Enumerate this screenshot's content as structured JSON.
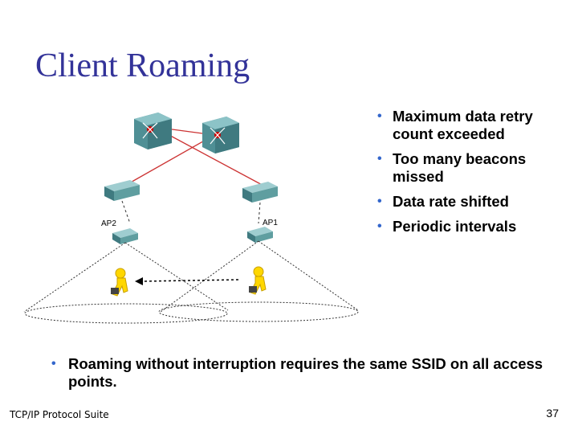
{
  "slide": {
    "title": "Client Roaming",
    "bullets": [
      "Maximum data retry count exceeded",
      "Too many beacons missed",
      "Data rate shifted",
      "Periodic intervals"
    ],
    "bottom_bullet": "Roaming without interruption requires the same SSID on all access points.",
    "footer": "TCP/IP Protocol Suite",
    "page_number": "37"
  },
  "diagram": {
    "ap_labels": [
      "AP2",
      "AP1"
    ]
  },
  "colors": {
    "title": "#333399",
    "bullet": "#3366cc",
    "switch_body": "#5f9ea0",
    "link": "#cc3333",
    "person": "#ffd700"
  }
}
